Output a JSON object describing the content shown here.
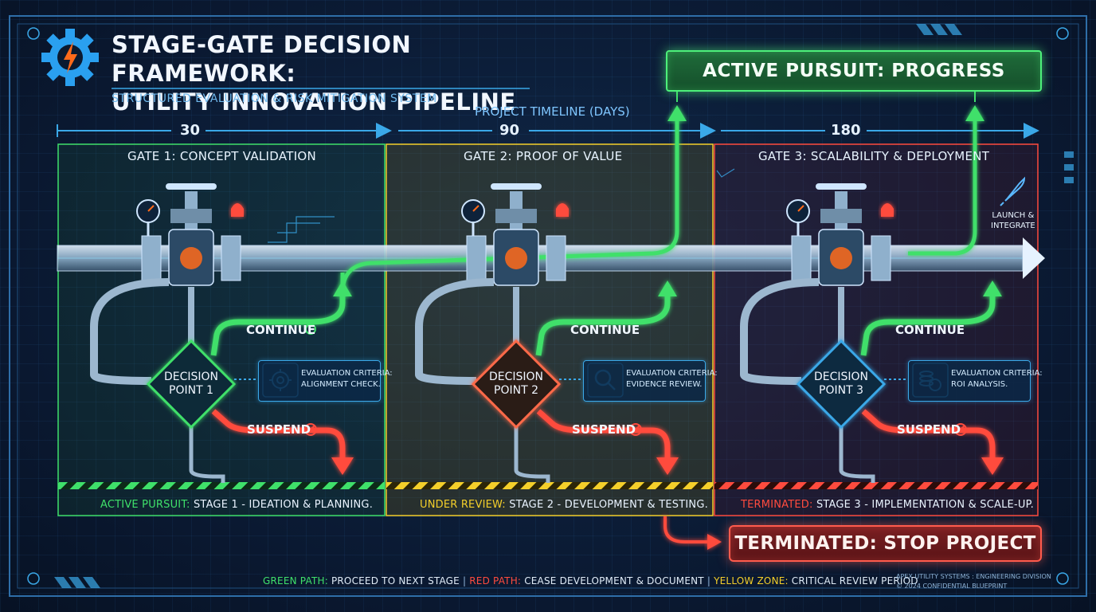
{
  "header": {
    "title_line1": "STAGE-GATE DECISION FRAMEWORK:",
    "title_line2": "UTILITY INNOVATION PIPELINE",
    "subtitle": "STRUCTURED EVALUATION & RISK MITIGATION SYSTEM"
  },
  "timeline": {
    "label": "PROJECT TIMELINE (DAYS)",
    "ticks": [
      "30",
      "90",
      "180"
    ]
  },
  "gates": [
    {
      "title": "GATE 1: CONCEPT VALIDATION",
      "decision": "DECISION\nPOINT 1",
      "continue_label": "CONTINUE",
      "suspend_label": "SUSPEND",
      "criteria": "EVALUATION CRITERIA:\nALIGNMENT CHECK.",
      "criteria_icon": "gear-icon",
      "status": "ACTIVE PURSUIT:",
      "stage": "STAGE 1 - IDEATION & PLANNING.",
      "color": "#3fe06a"
    },
    {
      "title": "GATE 2: PROOF OF VALUE",
      "decision": "DECISION\nPOINT 2",
      "continue_label": "CONTINUE",
      "suspend_label": "SUSPEND",
      "criteria": "EVALUATION CRITERIA:\nEVIDENCE REVIEW.",
      "criteria_icon": "magnifier-icon",
      "status": "UNDER REVIEW:",
      "stage": "STAGE 2 - DEVELOPMENT & TESTING.",
      "color": "#f4cf2a"
    },
    {
      "title": "GATE 3: SCALABILITY & DEPLOYMENT",
      "decision": "DECISION\nPOINT 3",
      "continue_label": "CONTINUE",
      "suspend_label": "SUSPEND",
      "criteria": "EVALUATION CRITERIA:\nROI ANALYSIS.",
      "criteria_icon": "coins-icon",
      "status": "TERMINATED:",
      "stage": "STAGE 3 - IMPLEMENTATION & SCALE-UP.",
      "color": "#ff4b3e"
    }
  ],
  "outcomes": {
    "active": "ACTIVE PURSUIT: PROGRESS",
    "terminated": "TERMINATED: STOP PROJECT",
    "launch": "LAUNCH &\nINTEGRATE"
  },
  "legend": {
    "green_key": "GREEN PATH:",
    "green_text": "PROCEED TO NEXT STAGE",
    "red_key": "RED PATH:",
    "red_text": "CEASE DEVELOPMENT & DOCUMENT",
    "yellow_key": "YELLOW ZONE:",
    "yellow_text": "CRITICAL REVIEW PERIOD"
  },
  "footer": {
    "line1": "APEX UTILITY SYSTEMS : ENGINEERING DIVISION",
    "line2": "© 2024 CONFIDENTIAL BLUEPRINT"
  },
  "colors": {
    "green": "#3fe06a",
    "yellow": "#f4cf2a",
    "red": "#ff4b3e",
    "blue": "#3aa8e8",
    "accent_orange": "#ff6a1a"
  }
}
